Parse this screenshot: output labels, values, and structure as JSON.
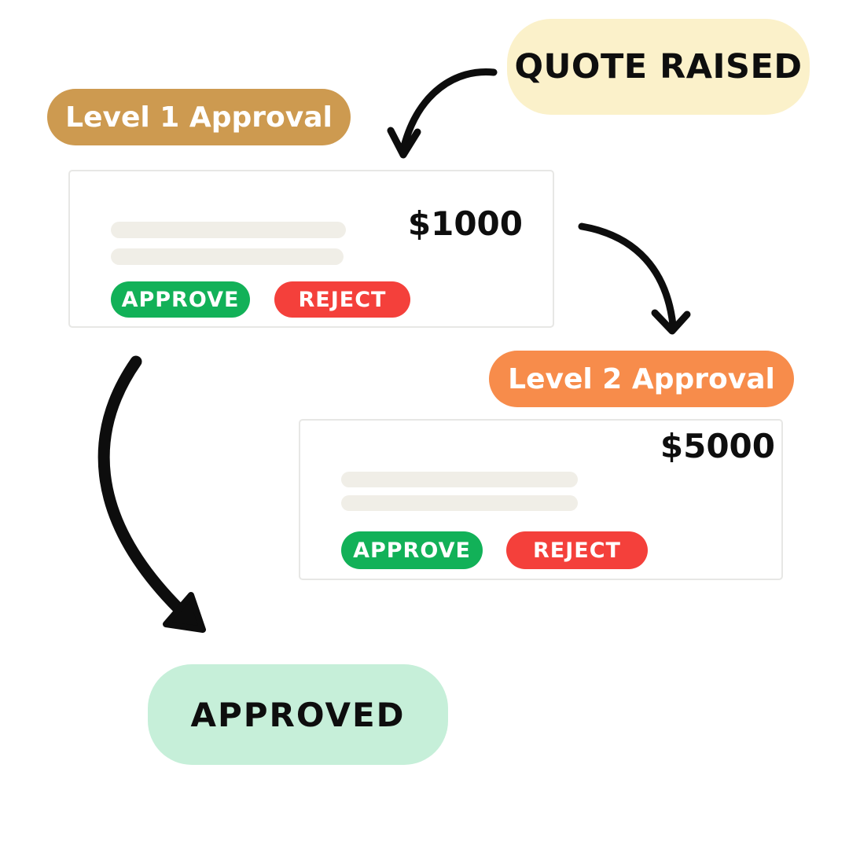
{
  "flow": {
    "quote_raised_badge": {
      "label": "QUOTE RAISED",
      "bg_color": "#FBF1CA",
      "text_color": "#0E0E0E"
    },
    "level1_badge": {
      "label": "Level 1 Approval",
      "bg_color": "#CD9A50",
      "text_color": "#FFFFFF"
    },
    "level2_badge": {
      "label": "Level 2 Approval",
      "bg_color": "#F78C4B",
      "text_color": "#FFFFFF"
    },
    "approved_badge": {
      "label": "APPROVED",
      "bg_color": "#C6EFD9",
      "text_color": "#0E0E0E"
    },
    "cards": [
      {
        "amount": "$1000",
        "approve_label": "APPROVE",
        "reject_label": "REJECT"
      },
      {
        "amount": "$5000",
        "approve_label": "APPROVE",
        "reject_label": "REJECT"
      }
    ],
    "colors": {
      "approve_green": "#12B158",
      "reject_red": "#F4403B",
      "placeholder_line": "#F0EEE7",
      "card_border": "#E7E7E5",
      "arrow_black": "#0D0D0D",
      "background": "#FFFFFF"
    }
  }
}
